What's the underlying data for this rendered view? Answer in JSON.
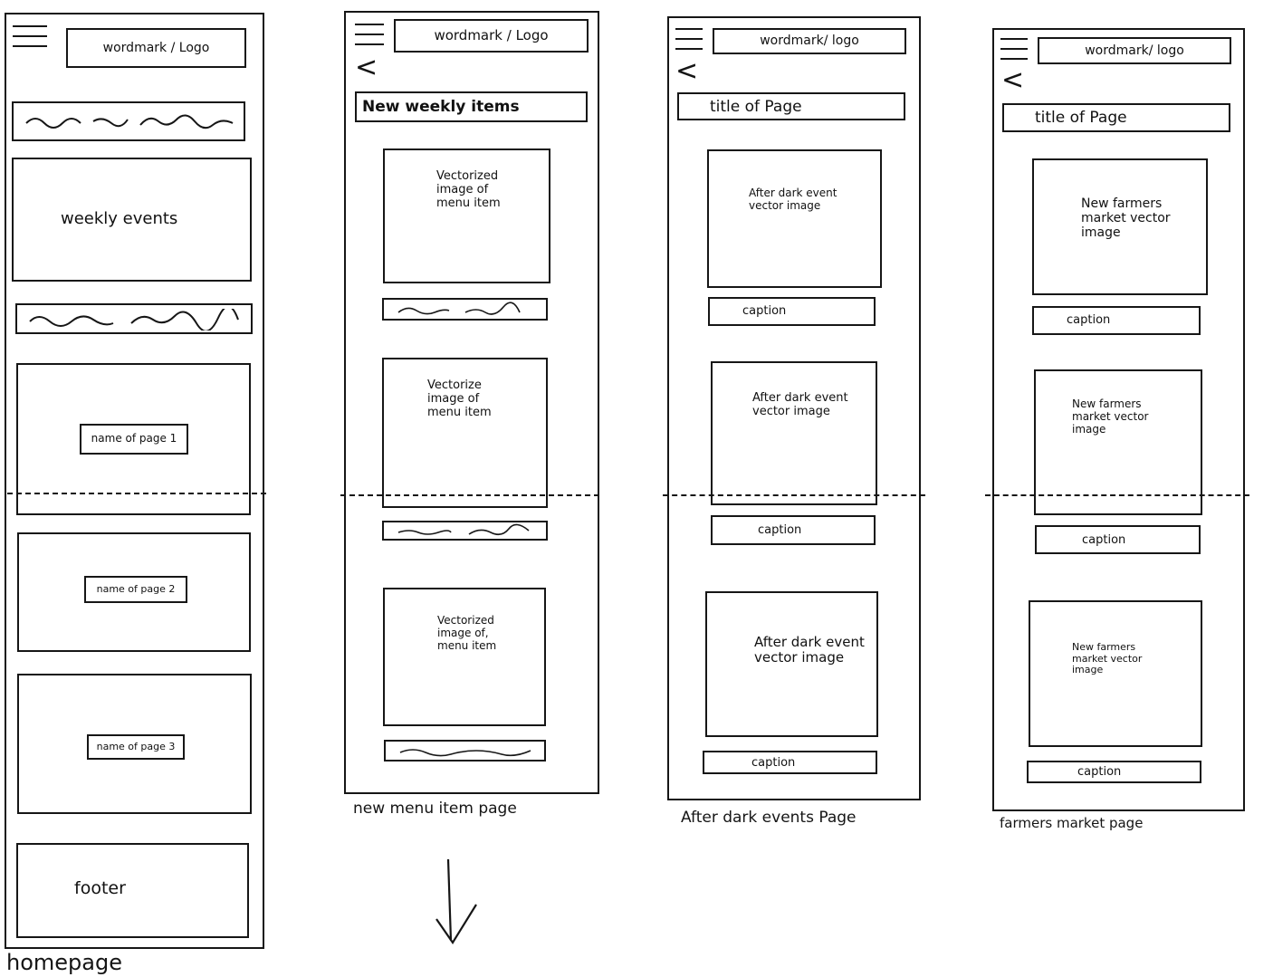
{
  "homepage": {
    "logo": "wordmark / Logo",
    "hero_label": "weekly events",
    "cards": [
      "name of page 1",
      "name of page 2",
      "name of page 3"
    ],
    "footer": "footer",
    "caption": "homepage"
  },
  "menu_page": {
    "logo": "wordmark / Logo",
    "title": "New weekly items",
    "images": [
      "Vectorized image of menu item",
      "Vectorize image of menu item",
      "Vectorized image of, menu item"
    ],
    "caption": "new menu item page"
  },
  "afterdark_page": {
    "logo": "wordmark/ logo",
    "title": "title of Page",
    "images": [
      "After dark event vector image",
      "After dark event vector image",
      "After dark event vector image"
    ],
    "item_captions": [
      "caption",
      "caption",
      "caption"
    ],
    "caption": "After dark events Page"
  },
  "farmers_page": {
    "logo": "wordmark/ logo",
    "title": "title of Page",
    "images": [
      "New farmers market vector image",
      "New farmers market vector image",
      "New farmers market vector image"
    ],
    "item_captions": [
      "caption",
      "caption",
      "caption"
    ],
    "caption": "farmers market page"
  },
  "icons": {
    "menu": "hamburger-icon",
    "back": "back-arrow-icon",
    "scroll": "down-arrow-icon"
  }
}
